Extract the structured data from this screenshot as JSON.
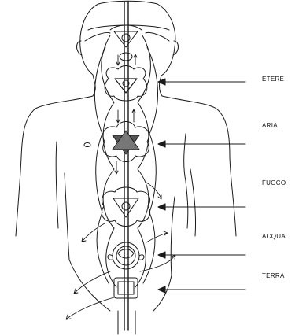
{
  "labels": {
    "etere": "ETERE",
    "aria": "ARIA",
    "fuoco": "FUOCO",
    "acqua": "ACQUA",
    "terra": "TERRA"
  },
  "colors": {
    "ink": "#1a1a1a",
    "background": "#ffffff"
  }
}
